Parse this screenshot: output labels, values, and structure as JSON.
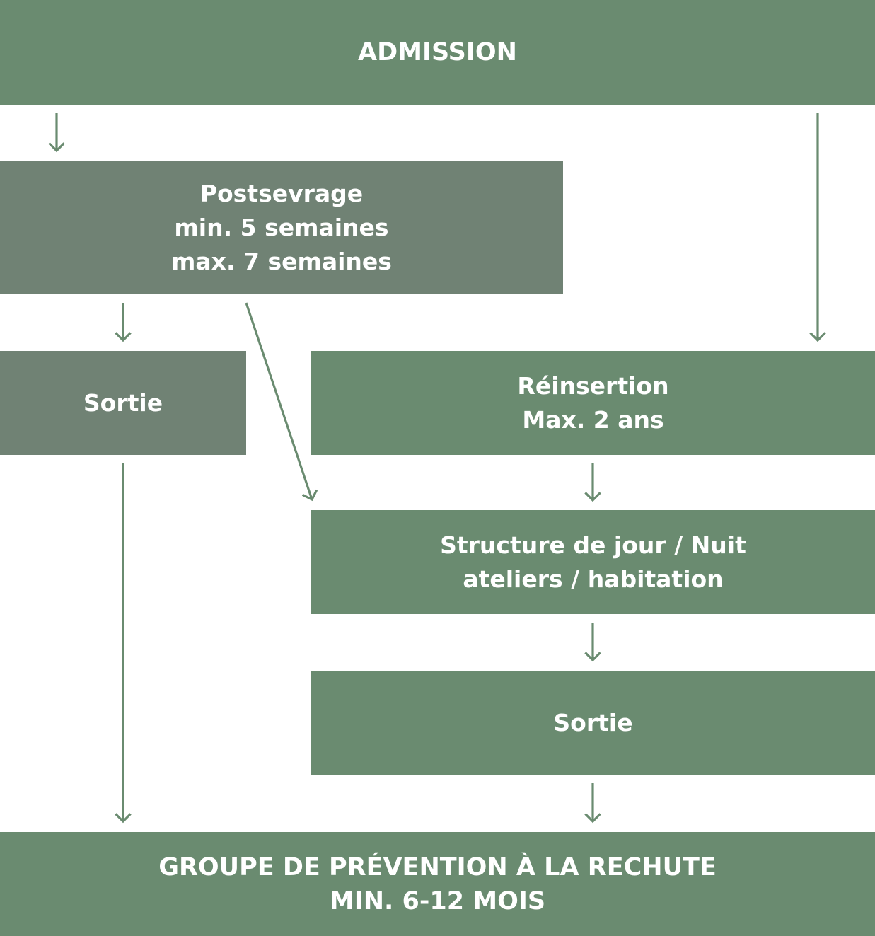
{
  "colors": {
    "box_green": "#6a8b70",
    "box_grey": "#708274",
    "arrow": "#6a8b70",
    "text": "#ffffff"
  },
  "nodes": {
    "admission": {
      "lines": [
        "ADMISSION"
      ]
    },
    "postsevrage": {
      "lines": [
        "Postsevrage",
        "min. 5 semaines",
        "max. 7 semaines"
      ]
    },
    "sortie_left": {
      "lines": [
        "Sortie"
      ]
    },
    "reinsertion": {
      "lines": [
        "Réinsertion",
        "Max. 2 ans"
      ]
    },
    "structure": {
      "lines": [
        "Structure de jour / Nuit",
        "ateliers / habitation"
      ]
    },
    "sortie_right": {
      "lines": [
        "Sortie"
      ]
    },
    "groupe": {
      "lines": [
        "GROUPE DE PRÉVENTION À LA RECHUTE",
        "MIN. 6-12 MOIS"
      ]
    }
  },
  "edges": [
    {
      "from": "admission",
      "to": "postsevrage"
    },
    {
      "from": "admission",
      "to": "reinsertion"
    },
    {
      "from": "postsevrage",
      "to": "sortie_left"
    },
    {
      "from": "postsevrage",
      "to": "structure"
    },
    {
      "from": "reinsertion",
      "to": "structure"
    },
    {
      "from": "structure",
      "to": "sortie_right"
    },
    {
      "from": "sortie_left",
      "to": "groupe"
    },
    {
      "from": "sortie_right",
      "to": "groupe"
    }
  ]
}
